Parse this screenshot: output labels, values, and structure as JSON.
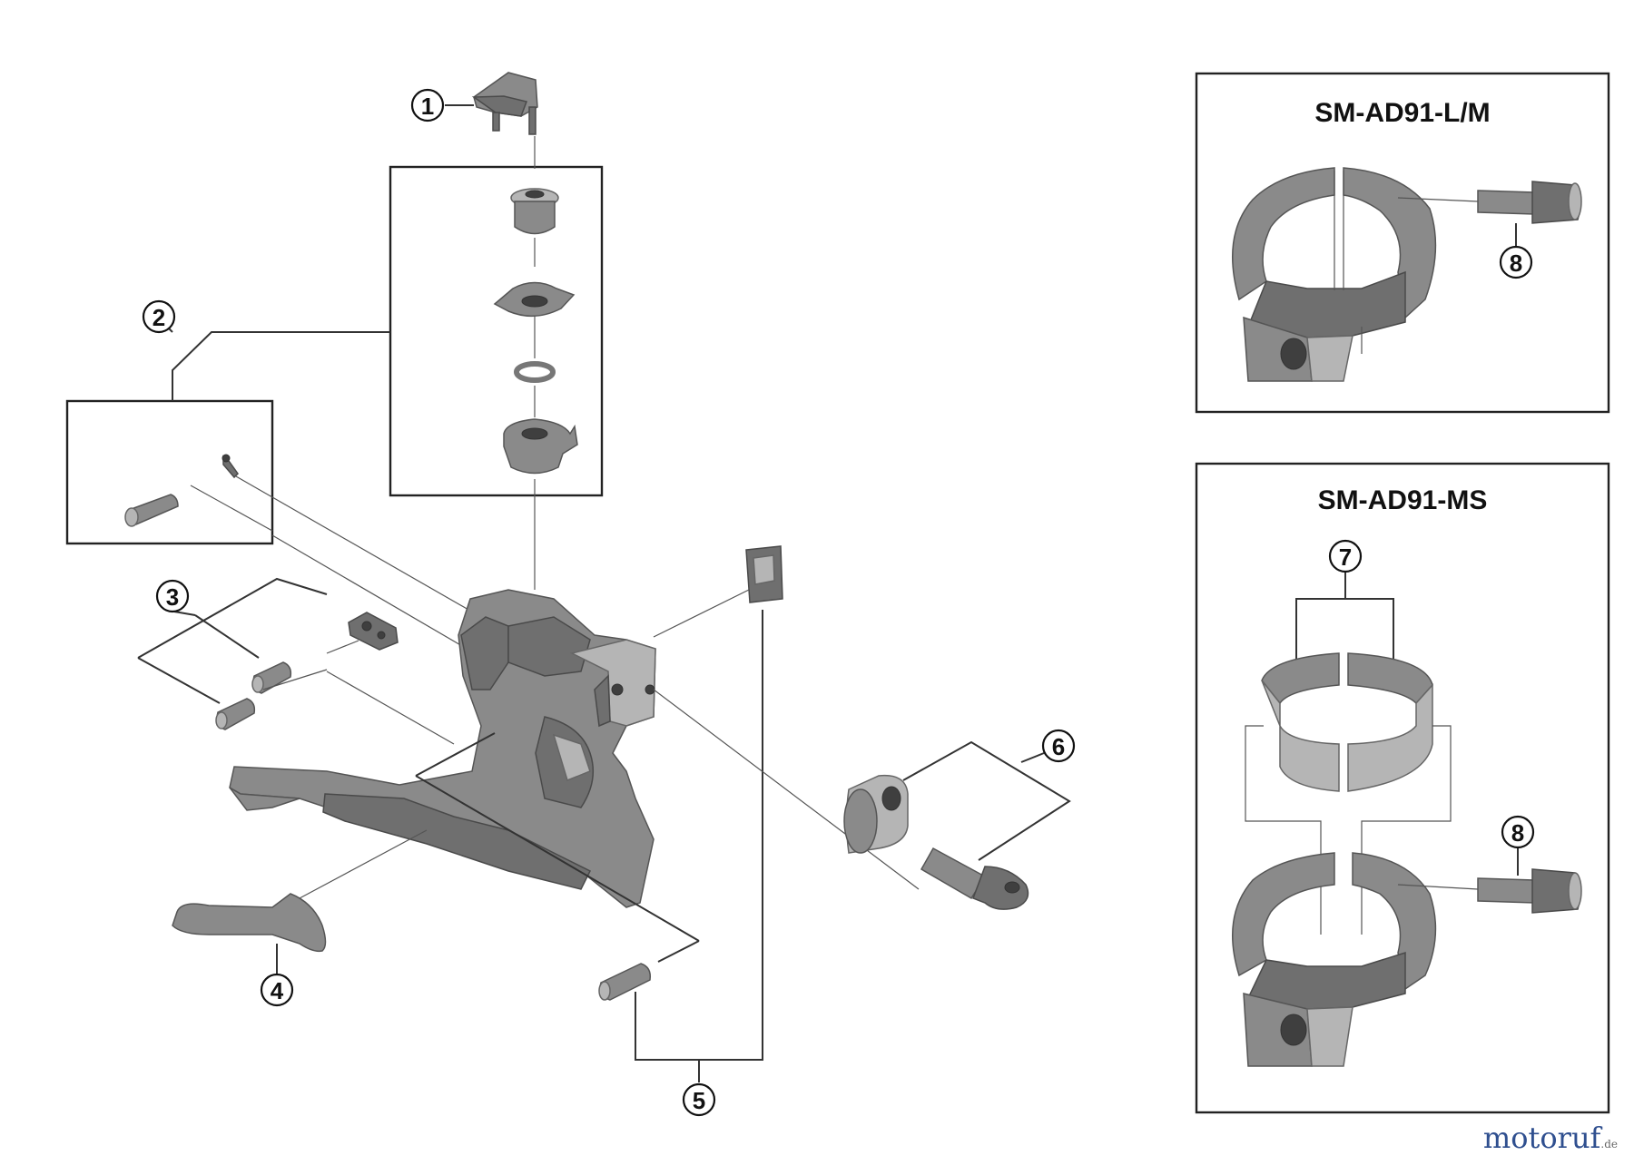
{
  "insets": [
    {
      "title": "SM-AD91-L/M"
    },
    {
      "title": "SM-AD91-MS"
    }
  ],
  "callouts": [
    "1",
    "2",
    "3",
    "4",
    "5",
    "6",
    "7",
    "8",
    "8"
  ],
  "watermark": {
    "brand": "motoruf",
    "suffix": ".de"
  }
}
